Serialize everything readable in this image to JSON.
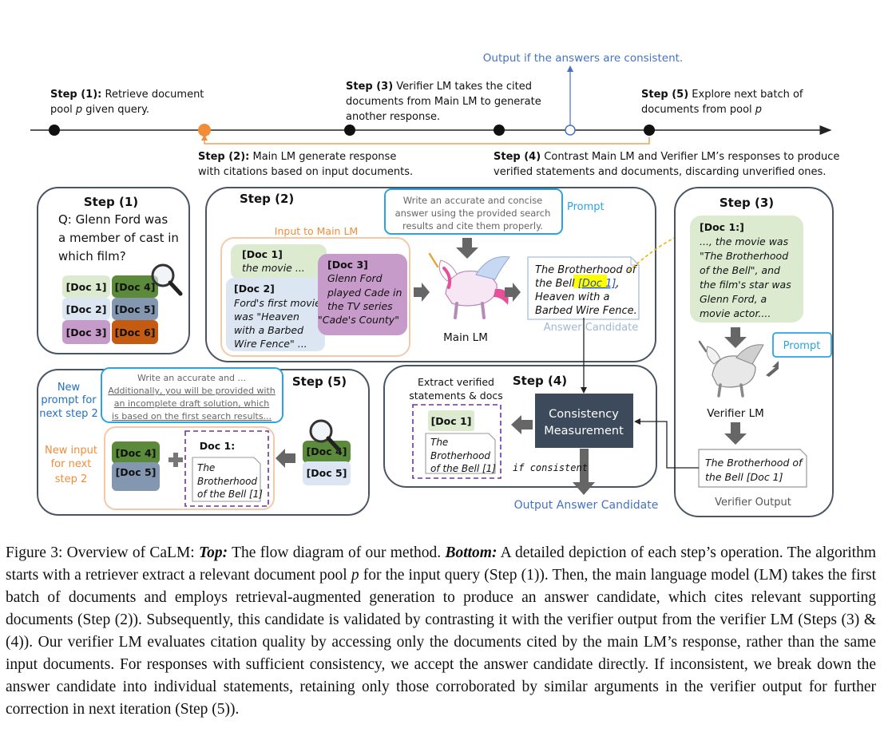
{
  "timeline": {
    "output_label": "Output if the answers are consistent.",
    "step1": {
      "bold": "Step (1):",
      "line1": " Retrieve document",
      "line2_pre": "pool ",
      "line2_var": "p",
      "line2_post": " given query."
    },
    "step2": {
      "bold": "Step (2):",
      "line1": " Main LM generate response",
      "line2": "with citations based on input documents."
    },
    "step3": {
      "bold": "Step (3)",
      "line1": " Verifier LM takes the cited",
      "line2": "documents from Main LM to generate",
      "line3": "another response."
    },
    "step4": {
      "bold": "Step (4)",
      "line1": " Contrast Main LM and Verifier LM’s responses to produce",
      "line2": "verified statements and documents, discarding unverified ones."
    },
    "step5": {
      "bold": "Step (5)",
      "line1": " Explore next batch of",
      "line2_pre": "documents from pool ",
      "line2_var": "p"
    }
  },
  "panel1": {
    "title": "Step (1)",
    "question": [
      "Q: Glenn Ford was",
      "a member of cast in",
      "which film?"
    ],
    "docs": [
      "[Doc 1]",
      "[Doc 4]",
      "[Doc 2]",
      "[Doc 5]",
      "[Doc 3]",
      "[Doc 6]"
    ]
  },
  "panel2": {
    "title": "Step (2)",
    "input_label": "Input to Main LM",
    "doc1": {
      "title": "[Doc 1]",
      "text": "the movie ..."
    },
    "doc2": {
      "title": "[Doc 2]",
      "lines": [
        "Ford's first movie",
        "was \"Heaven",
        "with a Barbed",
        "Wire Fence\" ..."
      ]
    },
    "doc3": {
      "title": "[Doc 3]",
      "lines": [
        "Glenn Ford",
        "played Cade in",
        "the TV series",
        "\"Cade's County\""
      ]
    },
    "prompt_lines": [
      "Write an accurate and concise",
      "answer using the provided search",
      "results and cite them properly."
    ],
    "prompt_tag": "Prompt",
    "model_label": "Main LM",
    "answer_lines": [
      "The Brotherhood of",
      "the Bell ",
      "[Doc 1]",
      ",",
      "Heaven with a",
      "Barbed Wire Fence."
    ],
    "answer_label": "Answer Candidate"
  },
  "panel3": {
    "title": "Step (3)",
    "doc_title": "[Doc 1:]",
    "doc_lines": [
      "..., the movie was",
      "\"The Brotherhood",
      "of the Bell\", and",
      "the film's star was",
      "Glenn Ford, a",
      "movie actor...."
    ],
    "prompt_tag": "Prompt",
    "model_label": "Verifier LM",
    "output_lines": [
      "The Brotherhood of",
      "the Bell [Doc 1]"
    ],
    "output_label": "Verifier Output"
  },
  "panel4": {
    "title": "Step (4)",
    "extract_lines": [
      "Extract verified",
      "statements & docs"
    ],
    "doc_title": "[Doc 1]",
    "doc_lines": [
      "The",
      "Brotherhood",
      "of the Bell [1]"
    ],
    "measure_lines": [
      "Consistency",
      "Measurement"
    ],
    "if_consistent": "if consistent",
    "output_label": "Output Answer Candidate"
  },
  "panel5": {
    "title": "Step (5)",
    "new_prompt_lines": [
      "New",
      "prompt for",
      "next step 2"
    ],
    "prompt_lines": [
      "Write an accurate and ...",
      "Additionally, you will be provided with",
      "an incomplete draft solution, which",
      "is based on the first search results..."
    ],
    "new_input_lines": [
      "New input",
      "for next",
      "step 2"
    ],
    "docs_left": [
      "[Doc 4]",
      "[Doc 5]"
    ],
    "draft_title": "Doc 1:",
    "draft_lines": [
      "The",
      "Brotherhood",
      "of the Bell [1]"
    ],
    "docs_right": [
      "[Doc 4]",
      "[Doc 5]"
    ]
  },
  "caption": {
    "figure_label": "Figure 3: Overview of CaLM: ",
    "top_label": "Top:",
    "top_text": " The flow diagram of our method. ",
    "bottom_label": "Bottom:",
    "bottom_text": " A detailed depiction of each step’s operation. The algorithm starts with a retriever extract a relevant document pool ",
    "var_p": "p",
    "rest": " for the input query (Step (1)). Then, the main language model (LM) takes the first batch of documents and employs retrieval-augmented generation to produce an answer candidate, which cites relevant supporting documents (Step (2)). Subsequently, this candidate is validated by contrasting it with the verifier output from the verifier LM (Steps (3) & (4)). Our verifier LM evaluates citation quality by accessing only the documents cited by the main LM’s response, rather than the same input documents. For responses with sufficient consistency, we accept the answer candidate directly. If inconsistent, we break down the answer candidate into individual statements, retaining only those corroborated by similar arguments in the verifier output for further correction in next iteration (Step (5))."
  },
  "colors": {
    "accent_blue": "#4472c4",
    "orange": "#f28c38",
    "doc_green": "#dcebd0",
    "doc_blue": "#dce6f2",
    "doc_purple": "#c79bc9",
    "doc_dark_green": "#5a8a3a",
    "doc_slate": "#8497b0",
    "doc_orange": "#c55a11",
    "consistency_box": "#3c4a5c",
    "highlight": "#ffff00"
  }
}
